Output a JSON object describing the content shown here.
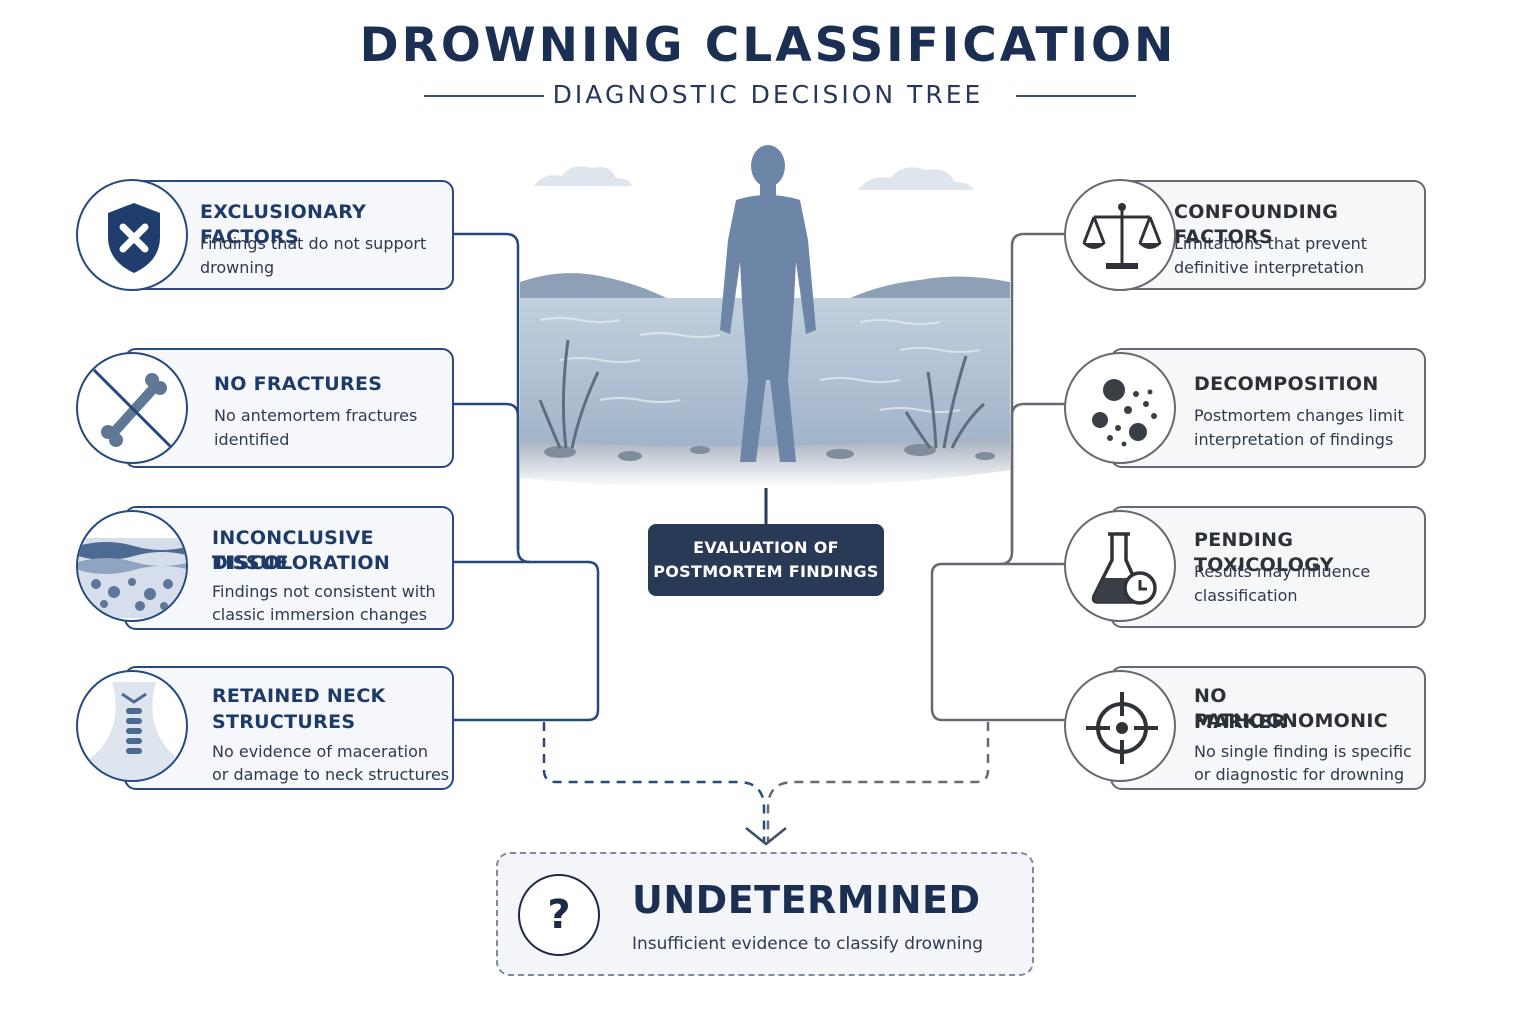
{
  "header": {
    "title": "DROWNING CLASSIFICATION",
    "subtitle": "DIAGNOSTIC DECISION TREE"
  },
  "colors": {
    "navy": "#264a7e",
    "gray": "#666a70",
    "dark_box": "#283a55",
    "water": "#a9bcd1"
  },
  "exclusionary": {
    "title": "EXCLUSIONARY FACTORS",
    "desc": [
      "Findings that do not support",
      "drowning"
    ],
    "icon": "shield-x-icon"
  },
  "left_items": [
    {
      "title": [
        "NO FRACTURES"
      ],
      "desc": [
        "No antemortem fractures",
        "identified"
      ],
      "icon": "crossed-bone-icon"
    },
    {
      "title": [
        "INCONCLUSIVE TISSUE",
        "DISCOLORATION"
      ],
      "desc": [
        "Findings not consistent with",
        "classic immersion changes"
      ],
      "icon": "tissue-layers-icon"
    },
    {
      "title": [
        "RETAINED NECK",
        "STRUCTURES"
      ],
      "desc": [
        "No evidence of maceration",
        "or damage to neck structures"
      ],
      "icon": "neck-anatomy-icon"
    }
  ],
  "confounding": {
    "title": "CONFOUNDING FACTORS",
    "desc": [
      "Limitations that prevent",
      "definitive interpretation"
    ],
    "icon": "scales-icon"
  },
  "right_items": [
    {
      "title": [
        "DECOMPOSITION"
      ],
      "desc": [
        "Postmortem changes limit",
        "interpretation of findings"
      ],
      "icon": "decomposition-dots-icon"
    },
    {
      "title": [
        "PENDING TOXICOLOGY"
      ],
      "desc": [
        "Results may influence",
        "classification"
      ],
      "icon": "flask-clock-icon"
    },
    {
      "title": [
        "NO PATHOGNOMONIC",
        "MARKER"
      ],
      "desc": [
        "No single finding is specific",
        "or diagnostic for drowning"
      ],
      "icon": "crosshair-icon"
    }
  ],
  "evaluation": {
    "lines": [
      "EVALUATION OF",
      "POSTMORTEM FINDINGS"
    ]
  },
  "result": {
    "symbol": "?",
    "title": "UNDETERMINED",
    "desc": "Insufficient evidence to classify drowning",
    "icon": "question-mark-icon"
  },
  "illustration": "person-standing-in-water"
}
